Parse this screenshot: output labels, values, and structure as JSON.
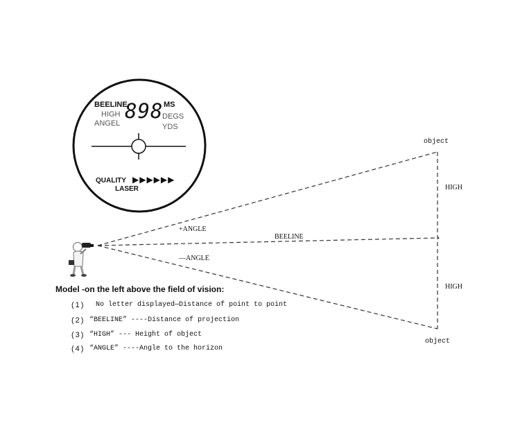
{
  "scope": {
    "beeline": "BEELINE",
    "high": "HIGH",
    "angel": "ANGEL",
    "reading": "898",
    "ms": "MS",
    "degs": "DEGS",
    "yds": "YDS",
    "quality": "QUALITY",
    "quality_arrows": "▶▶▶▶▶▶",
    "laser": "LASER"
  },
  "diagram": {
    "object_top": "object",
    "object_bottom": "object",
    "high_top": "HIGH",
    "high_bottom": "HIGH",
    "plus_angle": "+ANGLE",
    "minus_angle": "—ANGLE",
    "beeline": "BEELINE"
  },
  "legend": {
    "heading": "Model -on the left above the field of vision:",
    "items": [
      {
        "num": "(1)",
        "desc": "No letter displayed—Distance of point to point"
      },
      {
        "num": "(2)",
        "desc": "“BEELINE” ----Distance of projection"
      },
      {
        "num": "(3)",
        "desc": "“HIGH” --- Height of object"
      },
      {
        "num": "(4)",
        "desc": "“ANGLE” ----Angle to the horizon"
      }
    ]
  }
}
